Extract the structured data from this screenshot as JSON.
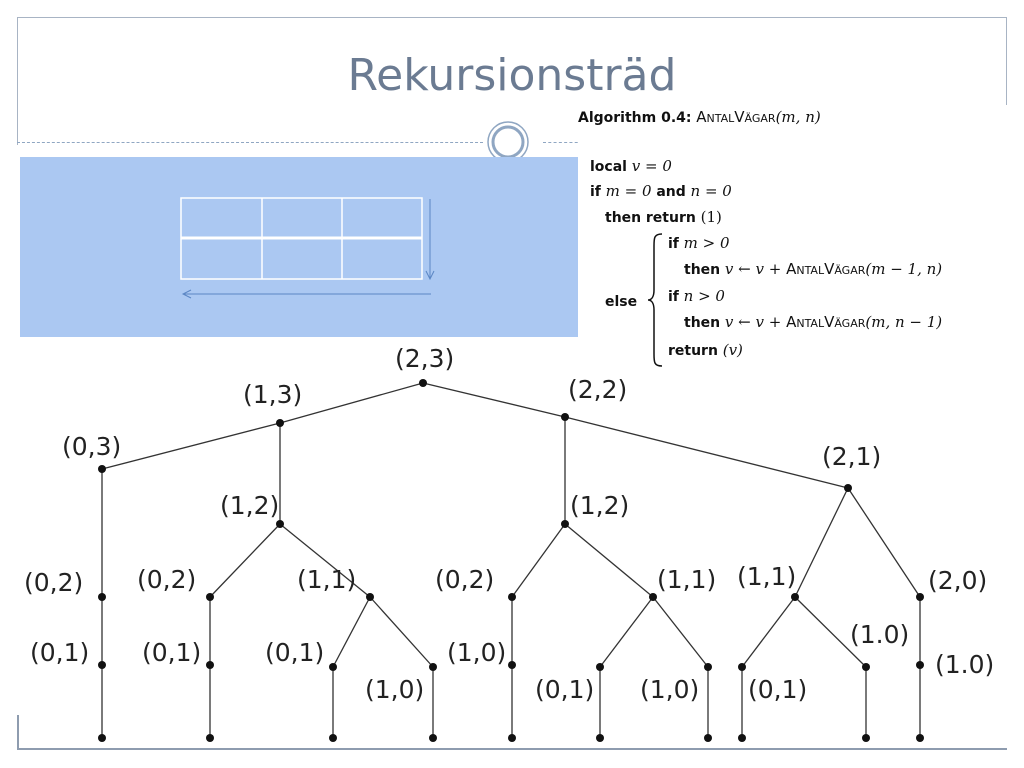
{
  "slide": {
    "title": "Rekursionsträd"
  },
  "algorithm": {
    "heading_prefix": "Algorithm 0.4:",
    "heading_name": "AntalVägar",
    "heading_args": "(m, n)",
    "kw_local": "local",
    "kw_if": "if",
    "kw_and": "and",
    "kw_then": "then",
    "kw_return": "return",
    "kw_else": "else",
    "local_expr": "v = 0",
    "cond_base_left": "m = 0",
    "cond_base_right": "n = 0",
    "return_base": "(1)",
    "cond_m": "m > 0",
    "assign_lhs": "v ← v + ",
    "call_name": "AntalVägar",
    "args_m": "(m − 1, n)",
    "cond_n": "n > 0",
    "args_n": "(m, n − 1)",
    "return_v": "(v)"
  },
  "tree": {
    "nodes": [
      {
        "id": "n23",
        "label": "(2,3)"
      },
      {
        "id": "n13",
        "label": "(1,3)"
      },
      {
        "id": "n22",
        "label": "(2,2)"
      },
      {
        "id": "n03",
        "label": "(0,3)"
      },
      {
        "id": "n12a",
        "label": "(1,2)"
      },
      {
        "id": "n12b",
        "label": "(1,2)"
      },
      {
        "id": "n21",
        "label": "(2,1)"
      },
      {
        "id": "n02a",
        "label": "(0,2)"
      },
      {
        "id": "n02b",
        "label": "(0,2)"
      },
      {
        "id": "n11a",
        "label": "(1,1)"
      },
      {
        "id": "n02c",
        "label": "(0,2)"
      },
      {
        "id": "n11b",
        "label": "(1,1)"
      },
      {
        "id": "n11c",
        "label": "(1,1)"
      },
      {
        "id": "n20",
        "label": "(2,0)"
      },
      {
        "id": "n01a",
        "label": "(0,1)"
      },
      {
        "id": "n01b",
        "label": "(0,1)"
      },
      {
        "id": "n01c",
        "label": "(0,1)"
      },
      {
        "id": "n10a",
        "label": "(1,0)"
      },
      {
        "id": "n10b",
        "label": "(1,0)"
      },
      {
        "id": "n01d",
        "label": "(0,1)"
      },
      {
        "id": "n10c",
        "label": "(1,0)"
      },
      {
        "id": "n01e",
        "label": "(0,1)"
      },
      {
        "id": "n10d",
        "label": "(1.0)"
      },
      {
        "id": "n10e",
        "label": "(1.0)"
      }
    ]
  }
}
